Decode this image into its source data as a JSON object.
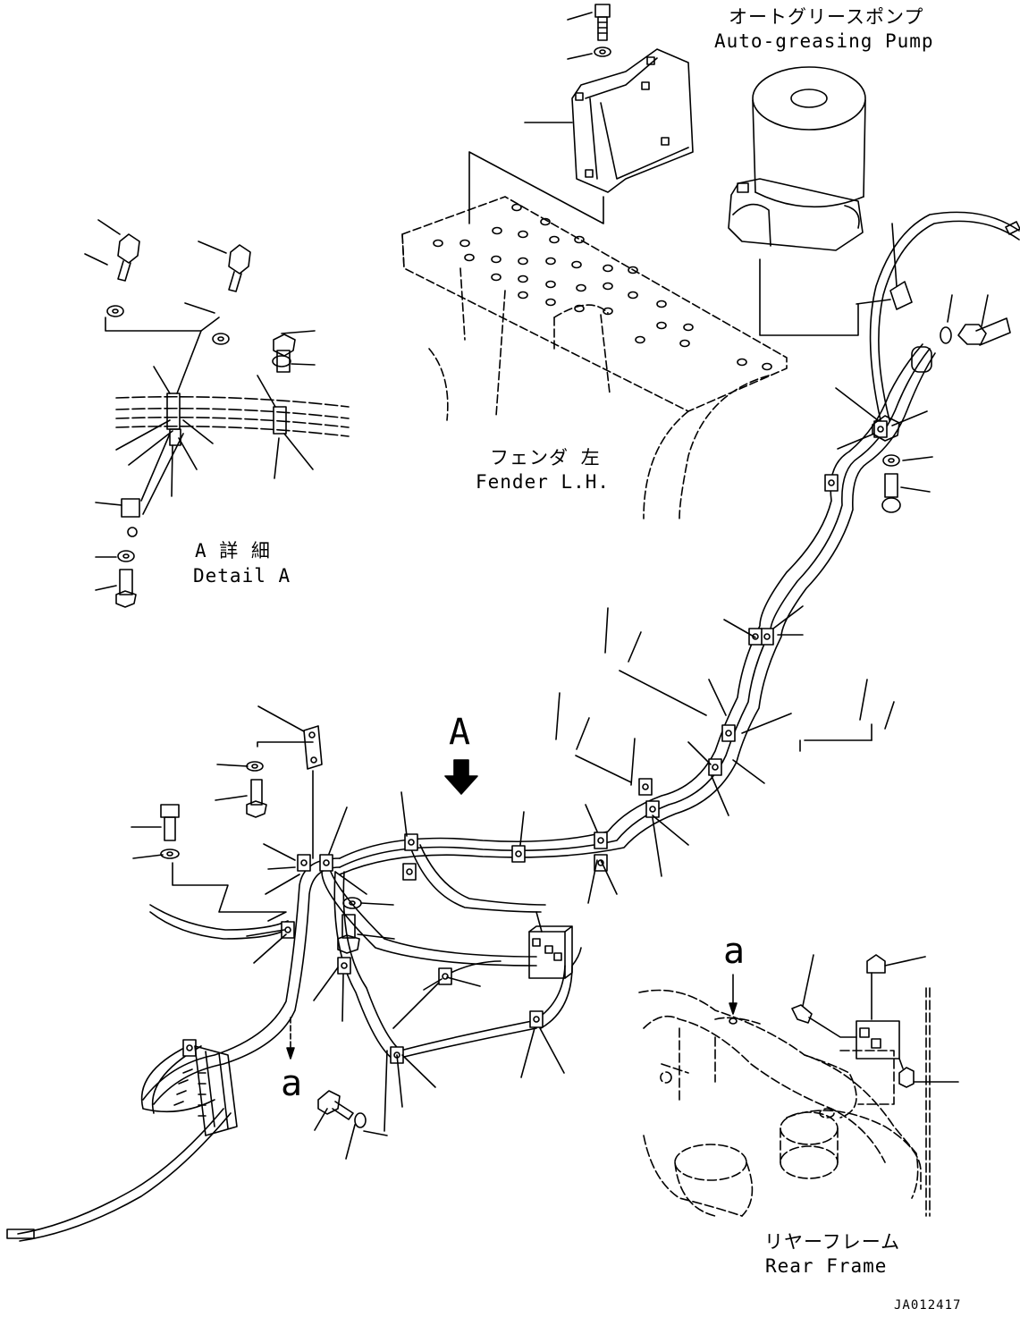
{
  "labels": {
    "pump_jp": "オートグリースポンプ",
    "pump_en": "Auto-greasing Pump",
    "fender_jp": "フェンダ 左",
    "fender_en": "Fender L.H.",
    "detail_jp": "A 詳 細",
    "detail_en": "Detail A",
    "rear_jp": "リヤーフレーム",
    "rear_en": "Rear Frame",
    "view_a": "A",
    "ref_a_left": "a",
    "ref_a_right": "a",
    "drawing_no": "JA012417"
  },
  "colors": {
    "line": "#000000",
    "background": "#ffffff"
  }
}
